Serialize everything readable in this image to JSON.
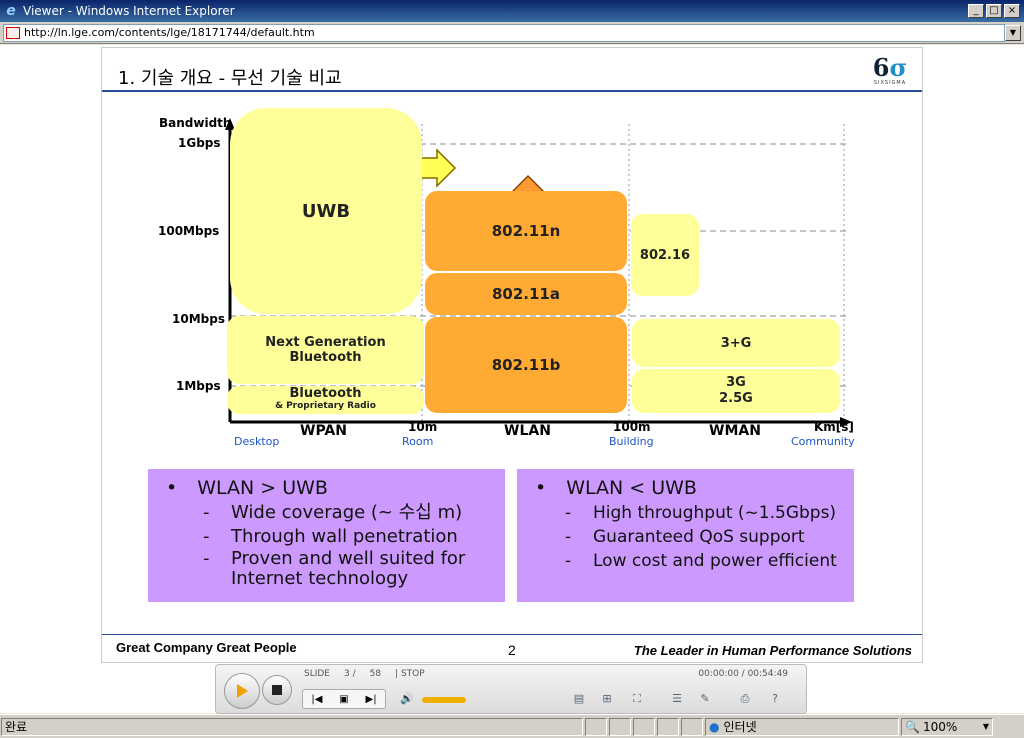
{
  "window": {
    "title": "Viewer - Windows Internet Explorer",
    "icon": "ie-icon",
    "buttons": {
      "minimize": "_",
      "maximize": "□",
      "close": "×"
    }
  },
  "address": {
    "url": "http://ln.lge.com/contents/lge/18171744/default.htm"
  },
  "slide": {
    "title": "1. 기술 개요 - 무선 기술 비교",
    "logo": {
      "mark": "6",
      "mark_accent": "σ",
      "sub": "SIXSIGMA"
    },
    "chart": {
      "y_axis_title": "Bandwidth",
      "y_ticks": [
        "1Gbps",
        "100Mbps",
        "10Mbps",
        "1Mbps"
      ],
      "x_labels": [
        "WPAN",
        "10m",
        "WLAN",
        "100m",
        "WMAN",
        "Km[s]"
      ],
      "x_sublabels": [
        "Desktop",
        "Room",
        "Building",
        "Community"
      ],
      "boxes": {
        "uwb": "UWB",
        "n": "802.11n",
        "a": "802.11a",
        "b": "802.11b",
        "wimax": "802.16",
        "ngbt": "Next Generation\nBluetooth",
        "bt": "Bluetooth",
        "bt_sub": "& Proprietary Radio",
        "g3plus": "3+G",
        "g3": "3G",
        "g25": "2.5G"
      }
    },
    "left_box": {
      "heading": "WLAN > UWB",
      "items": [
        "Wide coverage (~ 수십 m)",
        "Through wall penetration",
        "Proven and well suited for Internet technology"
      ]
    },
    "right_box": {
      "heading": "WLAN < UWB",
      "items": [
        "High throughput (~1.5Gbps)",
        "Guaranteed QoS support",
        "Low cost and power efficient"
      ]
    },
    "footer": {
      "left": "Great Company   Great People",
      "page": "2",
      "right": "The Leader in Human Performance Solutions"
    }
  },
  "player": {
    "slide_label": "SLIDE",
    "slide_current": "3 /",
    "slide_total": "58",
    "state": "| STOP",
    "time": "00:00:00 / 00:54:49"
  },
  "status": {
    "text": "완료",
    "zone": "인터넷",
    "zoom": "100%"
  }
}
